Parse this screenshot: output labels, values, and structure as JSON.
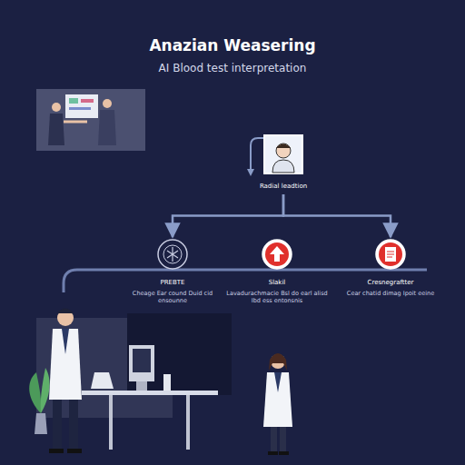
{
  "diagram": {
    "title": "Anazian Weasering",
    "nodes": [
      {
        "text": [
          "Radial leadtion"
        ]
      },
      {
        "text": [
          "PREBTE",
          "Cheage Ear cound Duid cid ensounne"
        ]
      },
      {
        "text": [
          "Slakil",
          "Lavadurachmacie Bsl do earl alisd Ibd ess entonsnis"
        ]
      },
      {
        "text": [
          "Cresnegraftter",
          "Cear chatid dimag Ipoit eeine"
        ]
      }
    ],
    "edges": [
      {
        "from": 0,
        "to": 1,
        "arrow": "to"
      },
      {
        "from": 0,
        "to": 3,
        "arrow": "to"
      }
    ],
    "labels": [
      "AI Blood test interpretation"
    ]
  }
}
